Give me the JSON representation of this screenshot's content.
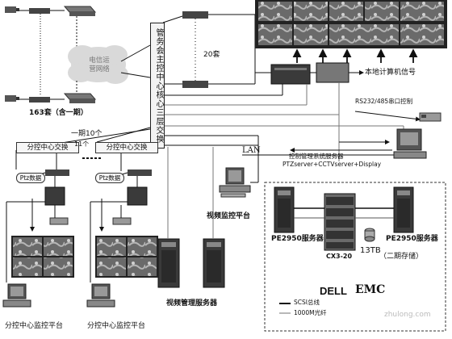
{
  "core_switch": "管务会主控中心核心三层交换",
  "cloud": {
    "line1": "电信运",
    "line2": "营网络"
  },
  "sites_count": "163套（含一期）",
  "encoders_count": "20套",
  "local_pc_signal": "本地计算机信号",
  "serial_control": "RS232/485串口控制",
  "lan": "LAN",
  "mgmt_server": {
    "title": "控制管理系统服务器",
    "sub": "PTZserver+CCTVserver+Display"
  },
  "branch_switch": "分控中心交换",
  "phase_count": "一期10个",
  "count_11": "11个",
  "ptz_data": "Ptz数据",
  "video_platform": "视频监控平台",
  "video_mgmt_server": "视频管理服务器",
  "branch_platform": "分控中心监控平台",
  "pe2950_server": "PE2950服务器",
  "storage_model": "CX3-20",
  "storage_capacity": "13TB",
  "storage_phase": "（二期存储）",
  "brand_dell": "DELL",
  "brand_emc": "EMC",
  "legend": {
    "scsi": "SCSI总线",
    "fiber": "1000M光纤"
  },
  "watermark": "zhulong.com"
}
